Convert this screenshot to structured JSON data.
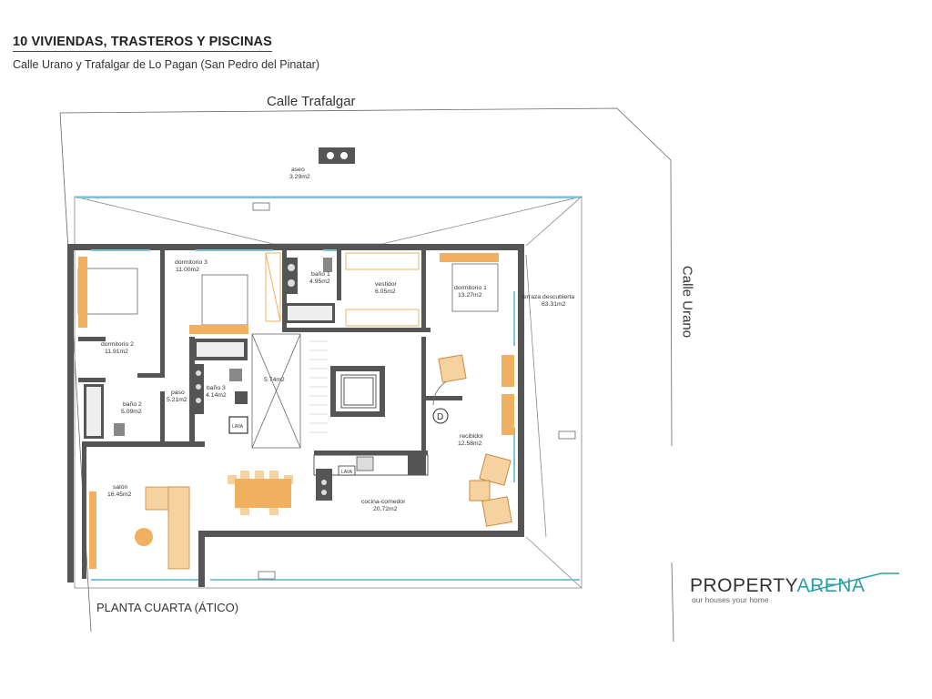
{
  "header": {
    "title": "10 VIVIENDAS, TRASTEROS Y PISCINAS",
    "subtitle": "Calle Urano y Trafalgar de Lo Pagan (San Pedro del Pinatar)"
  },
  "streets": {
    "top": "Calle Trafalgar",
    "right": "Calle Urano"
  },
  "floor_label": "PLANTA CUARTA (ÁTICO)",
  "rooms": {
    "aseo": {
      "name": "aseo",
      "area": "3.29m2"
    },
    "dormitorio3": {
      "name": "dormitorio 3",
      "area": "11.00m2"
    },
    "bano1": {
      "name": "baño 1",
      "area": "4.95m2"
    },
    "vestidor": {
      "name": "vestidor",
      "area": "6.05m2"
    },
    "dormitorio1": {
      "name": "dormitorio 1",
      "area": "13.27m2"
    },
    "terraza": {
      "name": "terraza descubierta",
      "area": "63.31m2"
    },
    "dormitorio2": {
      "name": "dormitorio 2",
      "area": "11.91m2"
    },
    "paso": {
      "name": "paso",
      "area": "5.21m2"
    },
    "bano3": {
      "name": "baño 3",
      "area": "4.14m2"
    },
    "hall": {
      "name": "",
      "area": "5.74m2"
    },
    "bano2": {
      "name": "baño 2",
      "area": "5.09m2"
    },
    "recibidor": {
      "name": "recibidor",
      "area": "12.58m2"
    },
    "salon": {
      "name": "salón",
      "area": "16.45m2"
    },
    "cocina": {
      "name": "cocina-comedor",
      "area": "20.72m2"
    }
  },
  "marks": {
    "door": "D",
    "lavadora1": "LAVA",
    "lavadora2": "LAVA"
  },
  "logo": {
    "part1": "PROPERTY",
    "part2": "ARENA",
    "tagline": "our houses your home",
    "accent_color": "#2a9fa7"
  },
  "colors": {
    "wall": "#555555",
    "furniture": "#f0b060",
    "glass": "#7cc4dc"
  }
}
